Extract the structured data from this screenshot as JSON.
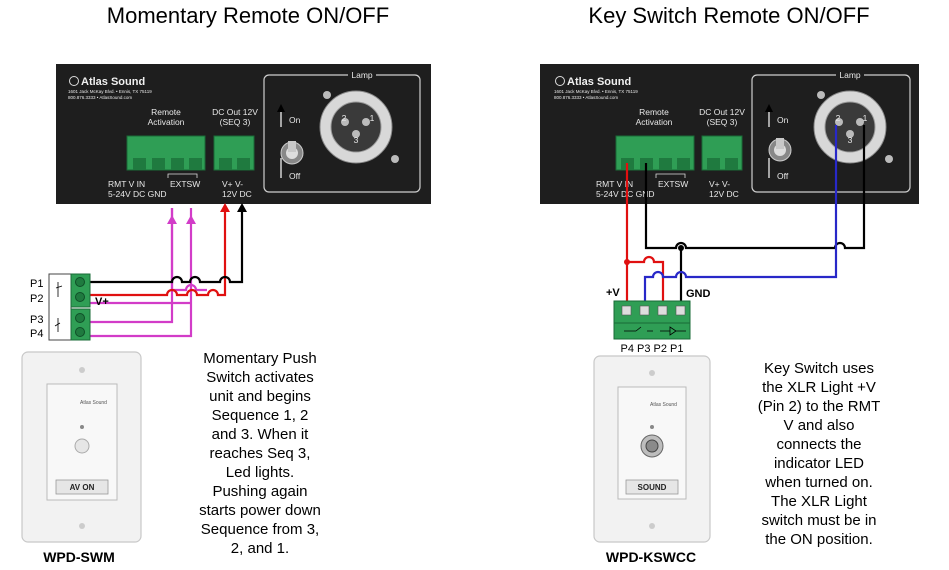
{
  "left": {
    "title": "Momentary Remote ON/OFF",
    "panel": {
      "brand": "Atlas Sound",
      "address": [
        "1601 Jack McKay Blvd. • Ennis, TX 75119",
        "800.876.3333 • AtlasSound.com"
      ],
      "lamp": "Lamp",
      "on": "On",
      "off": "Off",
      "remote_activation": [
        "Remote",
        "Activation"
      ],
      "dc_out": [
        "DC Out 12V",
        "(SEQ 3)"
      ],
      "rmt_labels": [
        "RMT V IN",
        "5-24V DC GND"
      ],
      "extsw": "EXTSW",
      "dc_labels": [
        "V+  V-",
        "12V DC"
      ],
      "xlr_pins": [
        "2",
        "1",
        "3"
      ]
    },
    "terminals": [
      "P1",
      "P2",
      "P3",
      "P4"
    ],
    "vplus": "V+",
    "plate_label": "AV ON",
    "plate_brand": "Atlas Sound",
    "caption": "WPD-SWM",
    "description": [
      "Momentary Push",
      "Switch activates",
      "unit and begins",
      "Sequence 1, 2",
      "and 3. When it",
      "reaches Seq 3,",
      "Led lights.",
      "Pushing again",
      "starts power down",
      "Sequence from 3,",
      "2, and 1."
    ]
  },
  "right": {
    "title": "Key Switch Remote ON/OFF",
    "panel": {
      "brand": "Atlas Sound",
      "address": [
        "1601 Jack McKay Blvd. • Ennis, TX 75119",
        "800.876.3333 • AtlasSound.com"
      ],
      "lamp": "Lamp",
      "on": "On",
      "off": "Off",
      "remote_activation": [
        "Remote",
        "Activation"
      ],
      "dc_out": [
        "DC Out 12V",
        "(SEQ 3)"
      ],
      "rmt_labels": [
        "RMT V IN",
        "5-24V DC GND"
      ],
      "extsw": "EXTSW",
      "dc_labels": [
        "V+  V-",
        "12V DC"
      ],
      "xlr_pins": [
        "2",
        "1",
        "3"
      ]
    },
    "vplus": "+V",
    "gnd": "GND",
    "terminals": "P4 P3 P2 P1",
    "plate_label": "SOUND",
    "plate_brand": "Atlas Sound",
    "caption": "WPD-KSWCC",
    "description": [
      "Key Switch uses",
      "the XLR Light +V",
      "(Pin 2) to the RMT",
      "V and also",
      "connects the",
      "indicator LED",
      "when turned on.",
      "The XLR Light",
      "switch must be in",
      "the ON position."
    ]
  },
  "colors": {
    "panel": "#1e1e1e",
    "terminal_green": "#2f9e55",
    "wire_red": "#e01010",
    "wire_magenta": "#d23cc8",
    "wire_blue": "#2828c8",
    "wire_black": "#000000"
  }
}
